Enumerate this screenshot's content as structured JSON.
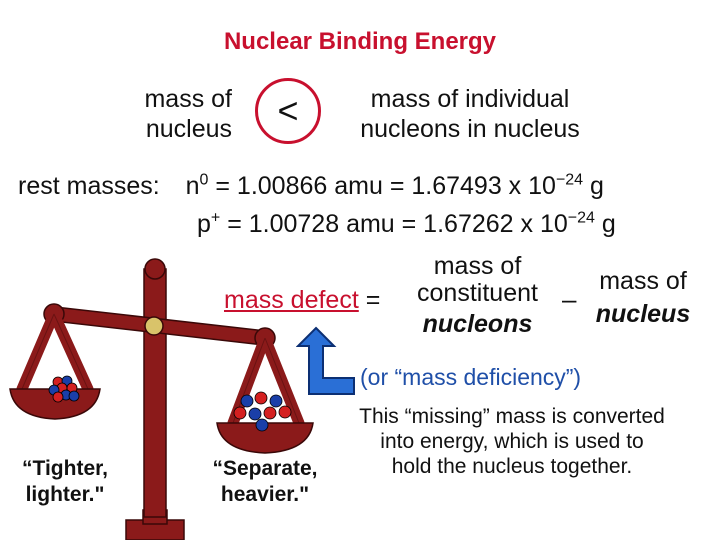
{
  "title": "Nuclear Binding Energy",
  "comparison": {
    "left_line1": "mass of",
    "left_line2": "nucleus",
    "operator": "<",
    "right_line1": "mass of individual",
    "right_line2": "nucleons in nucleus"
  },
  "rest_masses": {
    "label": "rest masses:",
    "neutron": {
      "symbol": "n",
      "superscript": "0",
      "amu_text": "= 1.00866 amu = 1.67493 x 10",
      "exponent": "−24",
      "unit": "g"
    },
    "proton": {
      "symbol": "p",
      "superscript": "+",
      "amu_text": "= 1.00728 amu = 1.67262 x 10",
      "exponent": "−24",
      "unit": "g"
    }
  },
  "defect_equation": {
    "term_label": "mass defect",
    "equals": "=",
    "constituent_line1": "mass of",
    "constituent_line2": "constituent",
    "constituent_line3": "nucleons",
    "minus": "–",
    "nucleus_line1": "mass of",
    "nucleus_line2": "nucleus"
  },
  "alt_name": "(or “mass deficiency”)",
  "explanation": {
    "line1": "This “missing” mass is converted",
    "line2": "into energy, which is used to",
    "line3": "hold the nucleus together."
  },
  "scale": {
    "left_label_line1": "“Tighter,",
    "left_label_line2": "lighter.\"",
    "right_label_line1": "“Separate,",
    "right_label_line2": "heavier.\""
  },
  "colors": {
    "accent_red": "#c8102e",
    "scale_maroon": "#8b1a1a",
    "pivot_gold": "#d9c36a",
    "arrow_blue": "#2a6fd6",
    "proton_red": "#d42020",
    "neutron_blue": "#1a3fa8",
    "deficiency_blue": "#1f4fa8"
  },
  "icons": {
    "balance": "balance-scale-icon",
    "arrow": "bent-arrow-icon"
  }
}
